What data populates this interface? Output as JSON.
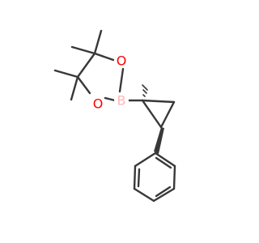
{
  "molecule": {
    "atoms": {
      "oxygen_top": {
        "symbol": "O"
      },
      "oxygen_bottom": {
        "symbol": "O"
      },
      "boron": {
        "symbol": "B"
      }
    },
    "colors": {
      "bond": "#383838",
      "oxygen": "#ff0000",
      "boron": "#ffb5b5"
    }
  }
}
